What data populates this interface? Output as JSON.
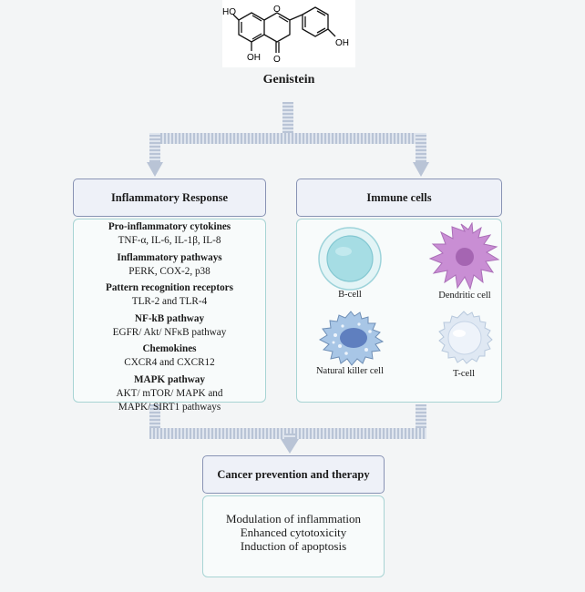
{
  "compound": {
    "name": "Genistein",
    "atoms": {
      "ho_left": "HO",
      "oh_bottom": "OH",
      "o_ring": "O",
      "o_carbonyl": "O",
      "oh_right": "OH"
    }
  },
  "headers": {
    "inflammatory": "Inflammatory Response",
    "immune": "Immune cells",
    "cancer": "Cancer prevention and therapy"
  },
  "inflammatory_items": [
    {
      "heading": "Pro-inflammatory cytokines",
      "value": "TNF-α, IL-6, IL-1β, IL-8"
    },
    {
      "heading": "Inflammatory pathways",
      "value": "PERK, COX-2, p38"
    },
    {
      "heading": "Pattern recognition receptors",
      "value": "TLR-2 and TLR-4"
    },
    {
      "heading": "NF-kB pathway",
      "value": "EGFR/ Akt/ NFκB pathway"
    },
    {
      "heading": "Chemokines",
      "value": "CXCR4 and CXCR12"
    },
    {
      "heading": "MAPK pathway",
      "value": "AKT/ mTOR/ MAPK and",
      "value2": "MAPK/ SIRT1 pathways"
    }
  ],
  "immune_cells": {
    "b_cell": "B-cell",
    "dendritic_cell": "Dendritic cell",
    "nk_cell": "Natural killer cell",
    "t_cell": "T-cell"
  },
  "outcomes": [
    "Modulation of inflammation",
    "Enhanced cytotoxicity",
    "Induction of apoptosis"
  ],
  "colors": {
    "header_border": "#8893b4",
    "content_border": "#a8d4d4",
    "arrow": "#b9c4d6",
    "b_cell": "#a6dde4",
    "dendritic": "#c98ed4",
    "nk_cell": "#a8c6e6",
    "t_cell": "#dfe8f3"
  }
}
